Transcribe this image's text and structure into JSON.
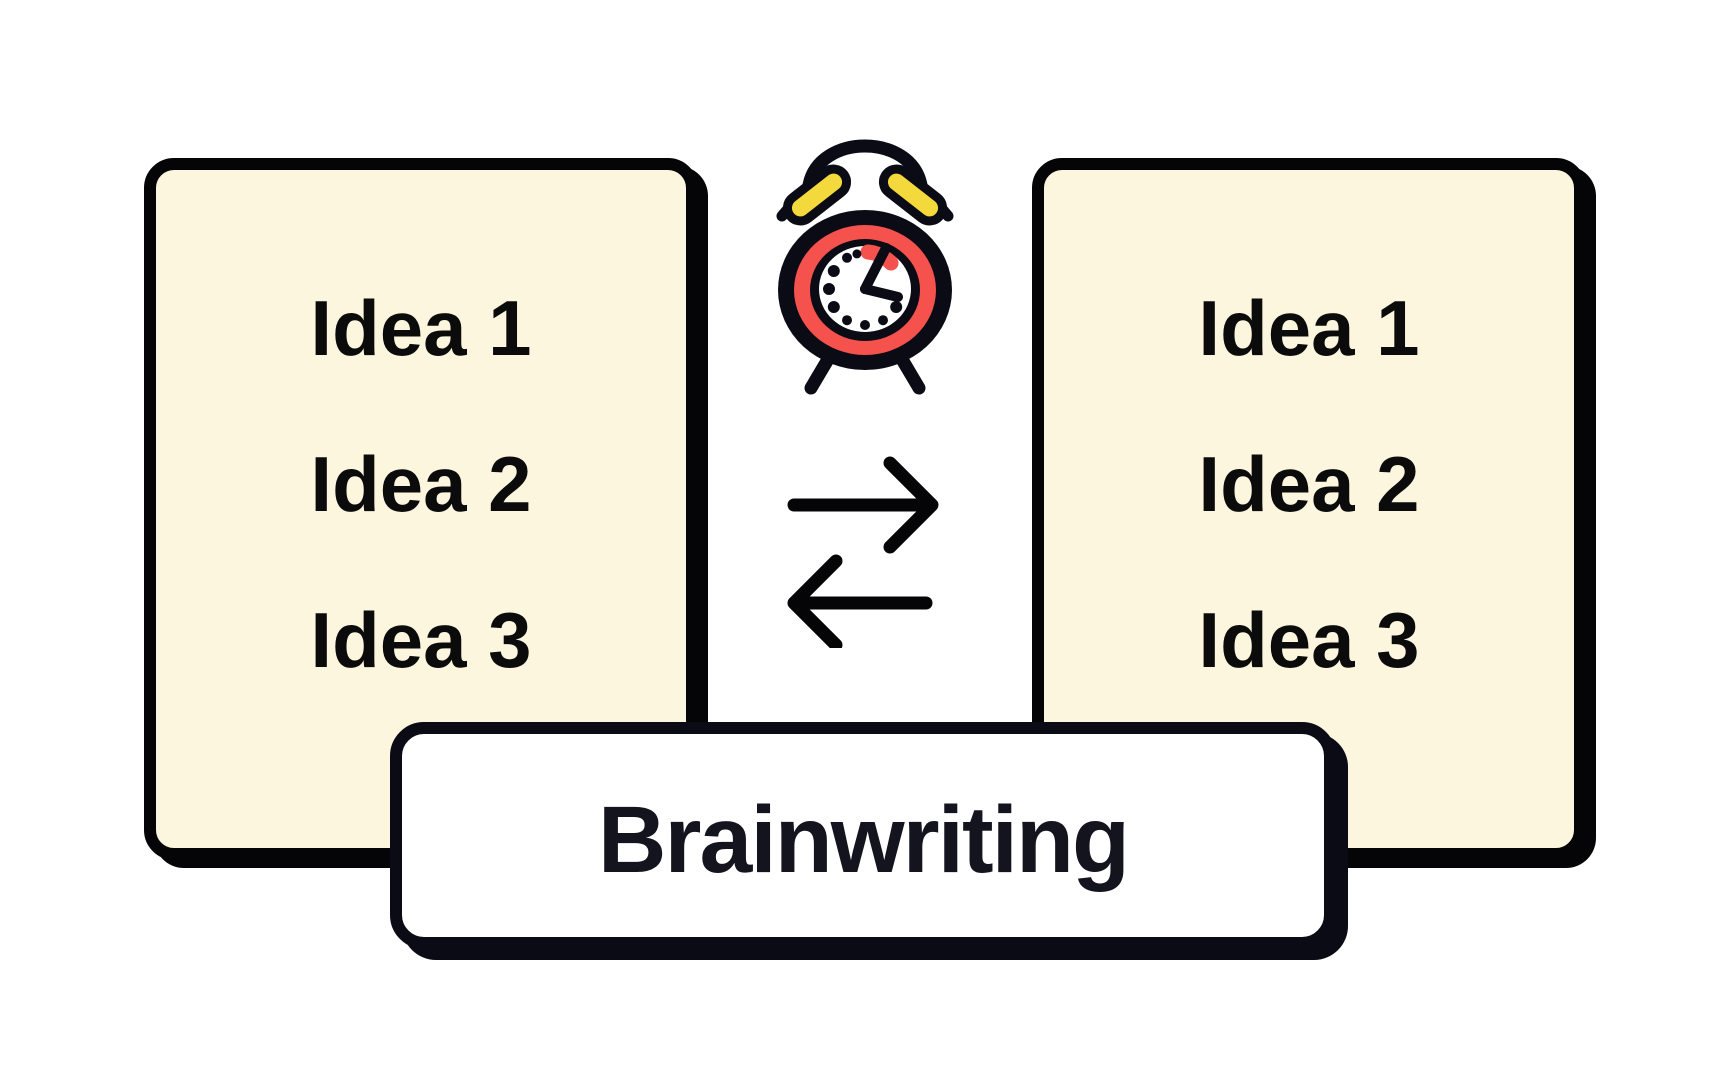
{
  "diagram": {
    "title": "Brainwriting",
    "cards": {
      "left": {
        "ideas": [
          "Idea 1",
          "Idea 2",
          "Idea 3"
        ]
      },
      "right": {
        "ideas": [
          "Idea 1",
          "Idea 2",
          "Idea 3"
        ]
      }
    },
    "icons": [
      "alarm-clock-icon",
      "swap-arrows-icon"
    ],
    "colors": {
      "background": "#FFFFFF",
      "card_fill": "#FCF6DF",
      "card_border": "#050508",
      "ink": "#0B0B15",
      "clock_red": "#F5514D",
      "bell_yellow": "#F3D93B",
      "label_fill": "#FFFFFF",
      "title_text": "#14141E"
    }
  }
}
